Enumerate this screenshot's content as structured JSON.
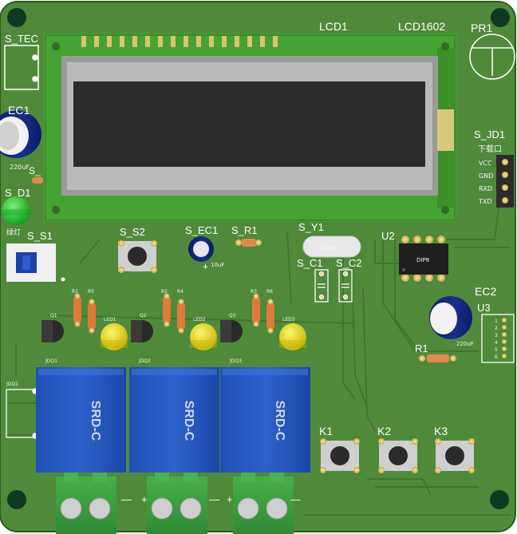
{
  "board": {
    "background": "#4f8a3a",
    "trace_color": "#3f7530"
  },
  "lcd": {
    "ref": "LCD1",
    "part": "LCD1602"
  },
  "top_left": {
    "tec_label": "S_TEC",
    "ec1_label": "EC1",
    "ec1_value": "220uF",
    "s_small": "S_",
    "d1_label": "S_D1",
    "d1_note": "绿灯",
    "s1_label": "S_S1"
  },
  "pr1": {
    "label": "PR1"
  },
  "jd1": {
    "label": "S_JD1",
    "sublabel": "下载口",
    "pins": [
      "VCC",
      "GND",
      "RXD",
      "TXD"
    ]
  },
  "mid": {
    "s2_label": "S_S2",
    "sec1_label": "S_EC1",
    "sec1_value": "10uF",
    "sr1_label": "S_R1",
    "y1_label": "S_Y1",
    "y1_part": "HC49S",
    "c1_label": "S_C1",
    "c2_label": "S_C2",
    "u2_label": "U2",
    "u2_part": "DIP8",
    "ec2_label": "EC2",
    "ec2_value": "220uF",
    "r1_label": "R1",
    "u3_label": "U3"
  },
  "u3_pins": [
    "1",
    "2",
    "3",
    "4",
    "5",
    "6"
  ],
  "transistors": [
    {
      "q": "Q1",
      "r1": "R1",
      "r2": "R5",
      "d": "LED1"
    },
    {
      "q": "Q2",
      "r1": "R2",
      "r2": "R4",
      "d": "LED2"
    },
    {
      "q": "Q3",
      "r1": "R3",
      "r2": "R6",
      "d": "LED3"
    }
  ],
  "relay_refs": [
    "JDQ1",
    "JDQ2",
    "JDQ3"
  ],
  "relays": [
    {
      "ref": "JDQ1",
      "part": "SRD-C"
    },
    {
      "ref": "JDQ2",
      "part": "SRD-C"
    },
    {
      "ref": "JDQ3",
      "part": "SRD-C"
    }
  ],
  "buttons": [
    {
      "label": "K1"
    },
    {
      "label": "K2"
    },
    {
      "label": "K3"
    }
  ],
  "terminal_marks": {
    "minus": "—",
    "plus": "+"
  }
}
